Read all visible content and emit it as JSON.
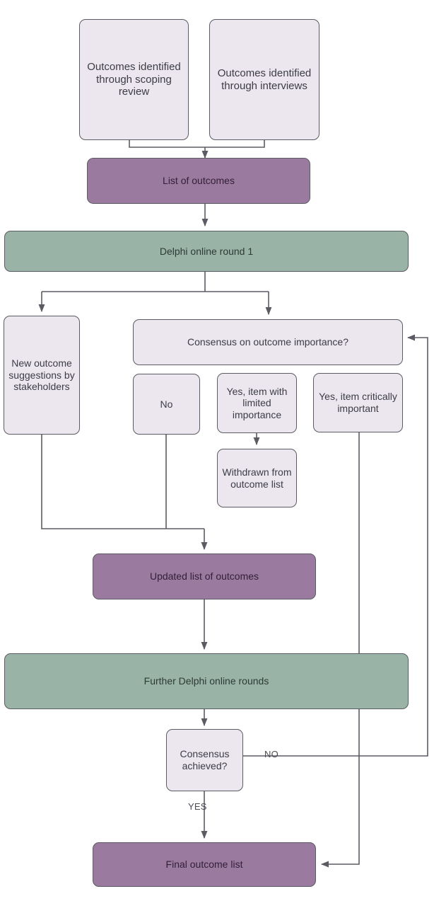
{
  "diagram": {
    "title": "Delphi outcome consensus flowchart",
    "colors": {
      "light_node": "#ece7ee",
      "purple_node": "#9a7a9e",
      "green_node": "#9ab3a7",
      "stroke": "#5b5b63",
      "text": "#3c3c44"
    },
    "nodes": [
      {
        "id": "scoping-review",
        "label": "Outcomes identified through scoping review",
        "type": "light",
        "font": 15
      },
      {
        "id": "interviews",
        "label": "Outcomes identified through interviews",
        "type": "light",
        "font": 15
      },
      {
        "id": "list-of-outcomes",
        "label": "List of outcomes",
        "type": "purple",
        "font": 14
      },
      {
        "id": "delphi-round-1",
        "label": "Delphi online round 1",
        "type": "green",
        "font": 14
      },
      {
        "id": "new-suggestions",
        "label": "New outcome suggestions by stakeholders",
        "type": "light",
        "font": 14
      },
      {
        "id": "consensus-importance",
        "label": "Consensus on outcome importance?",
        "type": "light",
        "font": 14
      },
      {
        "id": "answer-no",
        "label": "No",
        "type": "light",
        "font": 14
      },
      {
        "id": "limited-importance",
        "label": "Yes, item with limited importance",
        "type": "light",
        "font": 14
      },
      {
        "id": "critically-important",
        "label": "Yes, item critically important",
        "type": "light",
        "font": 14
      },
      {
        "id": "withdrawn",
        "label": "Withdrawn from outcome list",
        "type": "light",
        "font": 14
      },
      {
        "id": "updated-list",
        "label": "Updated list of outcomes",
        "type": "purple",
        "font": 14
      },
      {
        "id": "further-rounds",
        "label": "Further Delphi online rounds",
        "type": "green",
        "font": 14
      },
      {
        "id": "consensus-achieved",
        "label": "Consensus achieved?",
        "type": "light",
        "font": 14
      },
      {
        "id": "final-list",
        "label": "Final outcome list",
        "type": "purple",
        "font": 14
      }
    ],
    "edge_labels": [
      {
        "id": "no-label",
        "text": "NO"
      },
      {
        "id": "yes-label",
        "text": "YES"
      }
    ]
  }
}
